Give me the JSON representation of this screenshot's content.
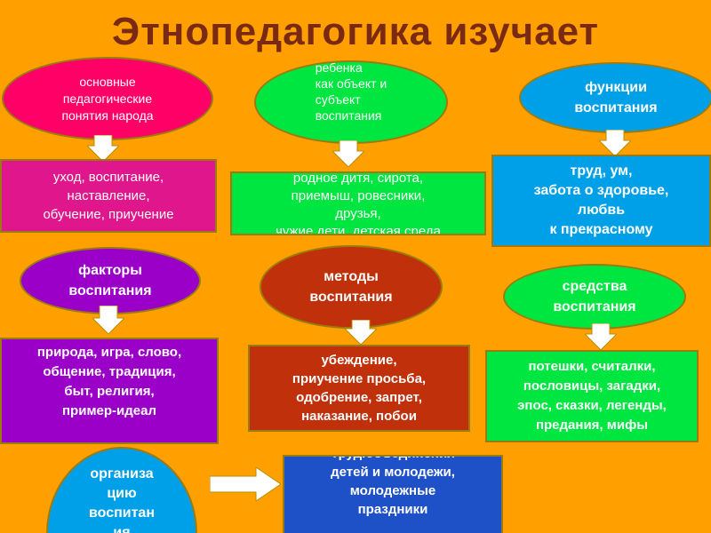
{
  "title": "Этнопедагогика изучает",
  "colors": {
    "background": "#FFA000",
    "title": "#7A2A12",
    "pink": "#FF0066",
    "green": "#00E640",
    "cyan": "#00A0E8",
    "purple": "#9B00C8",
    "rust": "#C0300A",
    "magenta": "#E0168C",
    "blue": "#1E50C8"
  },
  "nodes": {
    "concepts": {
      "label": "основные\nпедагогические\nпонятия народа",
      "detail": "уход, воспитание,\nнаставление,\nобучение, приучение"
    },
    "child": {
      "label": "ребенка\nкак объект и\nсубъект\nвоспитания",
      "detail": "родное дитя, сирота,\nприемыш, ровесники,\nдрузья,\nчужие дети, детская среда"
    },
    "functions": {
      "label": "функции\nвоспитания",
      "detail": "труд, ум,\nзабота о здоровье,\nлюбвь\nк прекрасному"
    },
    "factors": {
      "label": "факторы\nвоспитания",
      "detail": "природа, игра, слово,\nобщение, традиция,\nбыт,  религия,\nпример-идеал"
    },
    "methods": {
      "label": "методы\nвоспитания",
      "detail": "убеждение,\nприучение просьба,\nодобрение, запрет,\nнаказание, побои"
    },
    "means": {
      "label": "средства\nвоспитания",
      "detail": "потешки, считалки,\nпословицы, загадки,\nэпос, сказки, легенды,\nпредания, мифы"
    },
    "organization": {
      "label": "организа\nцию\nвоспитан\nия",
      "detail": "Труд.объединения\nдетей и молодежи,\nмолодежные\nпраздники"
    }
  }
}
